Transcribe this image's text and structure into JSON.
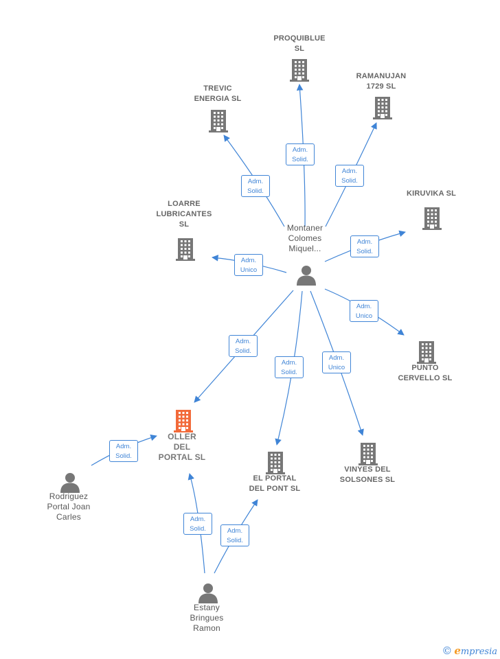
{
  "colors": {
    "edge": "#3f84d6",
    "building": "#777777",
    "building_focus": "#f26a3a",
    "person": "#777777"
  },
  "nodes": {
    "proquiblue": {
      "label": "PROQUIBLUE\nSL",
      "icon": "building-icon"
    },
    "trevic": {
      "label": "TREVIC\nENERGIA SL",
      "icon": "building-icon"
    },
    "ramanujan": {
      "label": "RAMANUJAN\n1729 SL",
      "icon": "building-icon"
    },
    "kiruvika": {
      "label": "KIRUVIKA SL",
      "icon": "building-icon"
    },
    "loarre": {
      "label": "LOARRE\nLUBRICANTES\nSL",
      "icon": "building-icon"
    },
    "montaner": {
      "label": "Montaner\nColomes\nMiquel...",
      "icon": "person-icon"
    },
    "punto": {
      "label": "PUNTO\nCERVELLO SL",
      "icon": "building-icon"
    },
    "oller": {
      "label": "OLLER\nDEL\nPORTAL SL",
      "icon": "building-icon"
    },
    "elportal": {
      "label": "EL PORTAL\nDEL PONT SL",
      "icon": "building-icon"
    },
    "vinyes": {
      "label": "VINYES DEL\nSOLSONES SL",
      "icon": "building-icon"
    },
    "rodriguez": {
      "label": "Rodriguez\nPortal Joan\nCarles",
      "icon": "person-icon"
    },
    "estany": {
      "label": "Estany\nBringues\nRamon",
      "icon": "person-icon"
    }
  },
  "relations": [
    {
      "from": "montaner",
      "to": "proquiblue",
      "label": "Adm.\nSolid."
    },
    {
      "from": "montaner",
      "to": "trevic",
      "label": "Adm.\nSolid."
    },
    {
      "from": "montaner",
      "to": "ramanujan",
      "label": "Adm.\nSolid."
    },
    {
      "from": "montaner",
      "to": "kiruvika",
      "label": "Adm.\nSolid."
    },
    {
      "from": "montaner",
      "to": "loarre",
      "label": "Adm.\nUnico"
    },
    {
      "from": "montaner",
      "to": "punto",
      "label": "Adm.\nUnico"
    },
    {
      "from": "montaner",
      "to": "oller",
      "label": "Adm.\nSolid."
    },
    {
      "from": "montaner",
      "to": "elportal",
      "label": "Adm.\nSolid."
    },
    {
      "from": "montaner",
      "to": "vinyes",
      "label": "Adm.\nUnico"
    },
    {
      "from": "rodriguez",
      "to": "oller",
      "label": "Adm.\nSolid."
    },
    {
      "from": "estany",
      "to": "oller",
      "label": "Adm.\nSolid."
    },
    {
      "from": "estany",
      "to": "elportal",
      "label": "Adm.\nSolid."
    }
  ],
  "footer": {
    "copyright": "©",
    "brand_initial": "e",
    "brand_rest": "mpresia"
  }
}
